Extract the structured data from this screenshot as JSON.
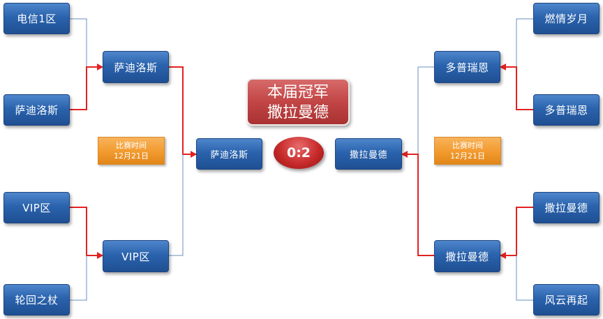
{
  "bracket": {
    "left": {
      "round1": [
        "电信1区",
        "萨迪洛斯",
        "VIP区",
        "轮回之杖"
      ],
      "semis": [
        "萨迪洛斯",
        "VIP区"
      ],
      "finalist": "萨迪洛斯"
    },
    "right": {
      "round1": [
        "燃情岁月",
        "多普瑞恩",
        "撒拉曼德",
        "风云再起"
      ],
      "semis": [
        "多普瑞恩",
        "撒拉曼德"
      ],
      "finalist": "撒拉曼德"
    },
    "champion_lines": [
      "本届冠军",
      "撒拉曼德"
    ],
    "score": "0:2",
    "match_time": {
      "label": "比赛时间",
      "date": "12月21日"
    }
  },
  "colors": {
    "winner_line": "#e32222",
    "loser_line": "#6a8fc2",
    "team_box": "#2a63ad",
    "banner": "#c24545",
    "time_box": "#f29a2e"
  }
}
